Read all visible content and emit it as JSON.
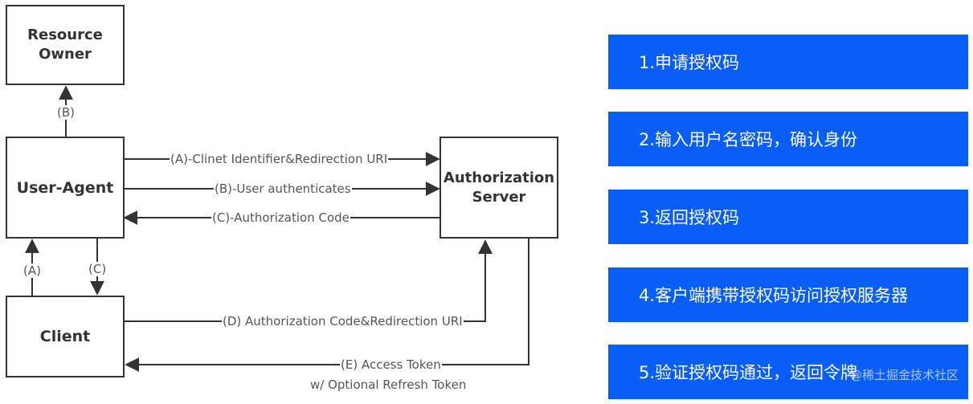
{
  "nodes": {
    "resource_owner": "Resource\nOwner",
    "user_agent": "User-Agent",
    "authorization_server": "Authorization\nServer",
    "client": "Client"
  },
  "edges": {
    "b_vertical": "(B)",
    "a_vertical": "(A)",
    "c_vertical": "(C)",
    "a_flow": "(A)-Clinet Identifier&Redirection URI",
    "b_flow": "(B)-User authenticates",
    "c_flow": "(C)-Authorization Code",
    "d_flow": "(D) Authorization Code&Redirection URI",
    "e_flow": "(E) Access Token",
    "e_flow_sub": "w/  Optional Refresh Token"
  },
  "steps": [
    "1.申请授权码",
    "2.输入用户名密码，确认身份",
    "3.返回授权码",
    "4.客户端携带授权码访问授权服务器",
    "5.验证授权码通过，返回令牌"
  ],
  "watermark": "@稀土掘金技术社区",
  "colors": {
    "step_bg": "#0a5ef8",
    "line": "#333333"
  }
}
